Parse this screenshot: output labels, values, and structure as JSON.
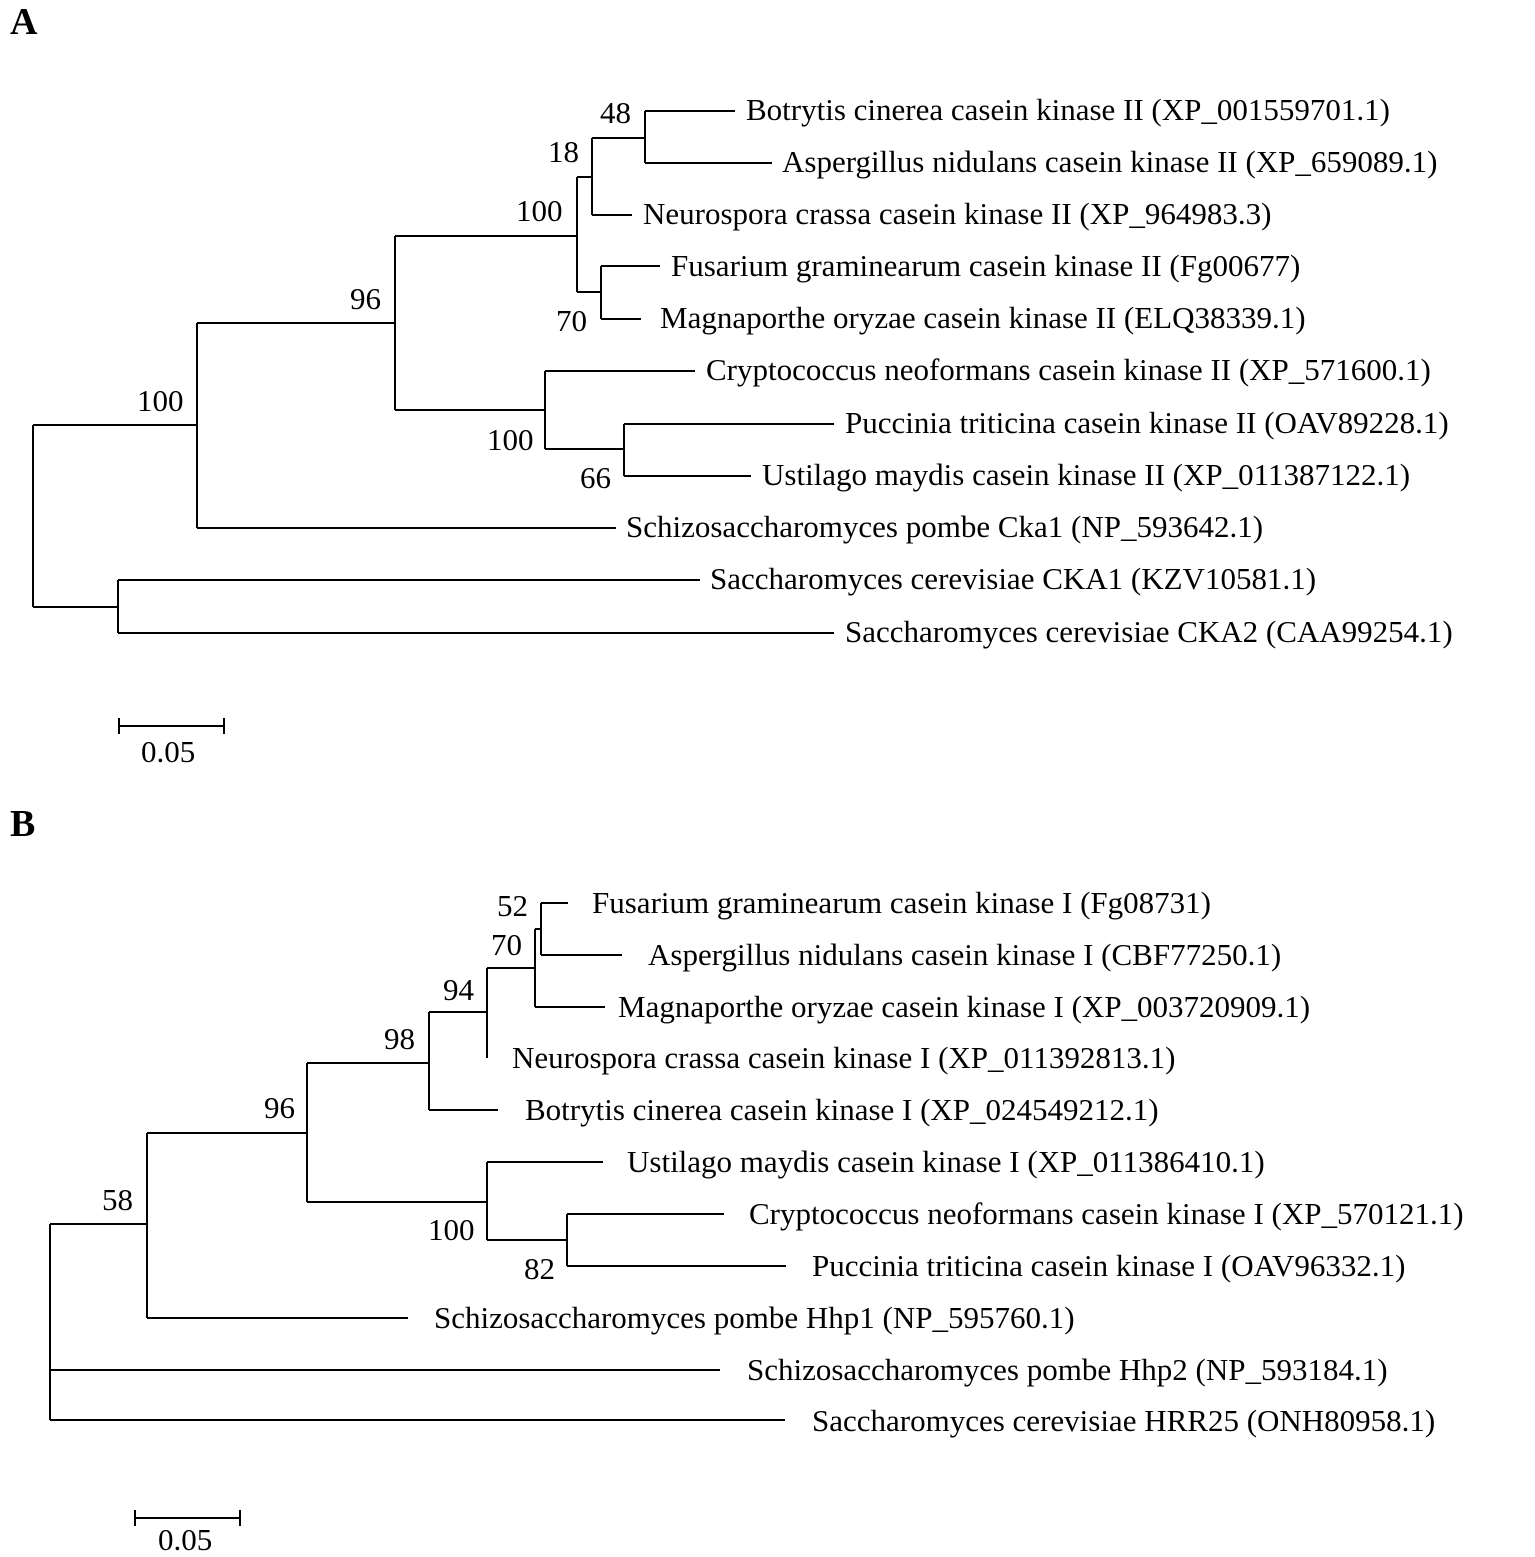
{
  "panels": [
    {
      "letter": "A",
      "scale_label": "0.05",
      "leaves": [
        "Botrytis cinerea casein kinase II (XP_001559701.1)",
        "Aspergillus nidulans casein kinase II (XP_659089.1)",
        "Neurospora crassa casein kinase II (XP_964983.3)",
        "Fusarium graminearum casein kinase II (Fg00677)",
        "Magnaporthe oryzae casein kinase II (ELQ38339.1)",
        "Cryptococcus neoformans casein kinase II (XP_571600.1)",
        "Puccinia triticina casein kinase II (OAV89228.1)",
        "Ustilago maydis casein kinase II (XP_011387122.1)",
        "Schizosaccharomyces pombe Cka1 (NP_593642.1)",
        "Saccharomyces cerevisiae CKA1 (KZV10581.1)",
        "Saccharomyces cerevisiae CKA2 (CAA99254.1)"
      ],
      "bootstrap": [
        "48",
        "18",
        "100",
        "70",
        "96",
        "100",
        "66",
        "100"
      ]
    },
    {
      "letter": "B",
      "scale_label": "0.05",
      "leaves": [
        "Fusarium graminearum casein kinase I (Fg08731)",
        "Aspergillus nidulans casein kinase I (CBF77250.1)",
        "Magnaporthe oryzae casein kinase I (XP_003720909.1)",
        "Neurospora crassa casein kinase I (XP_011392813.1)",
        "Botrytis cinerea casein kinase I (XP_024549212.1)",
        "Ustilago maydis casein kinase I (XP_011386410.1)",
        "Cryptococcus neoformans casein kinase I (XP_570121.1)",
        "Puccinia triticina casein kinase I (OAV96332.1)",
        "Schizosaccharomyces pombe Hhp1 (NP_595760.1)",
        "Schizosaccharomyces pombe Hhp2 (NP_593184.1)",
        "Saccharomyces cerevisiae HRR25 (ONH80958.1)"
      ],
      "bootstrap": [
        "52",
        "70",
        "94",
        "98",
        "96",
        "100",
        "82",
        "58"
      ]
    }
  ]
}
